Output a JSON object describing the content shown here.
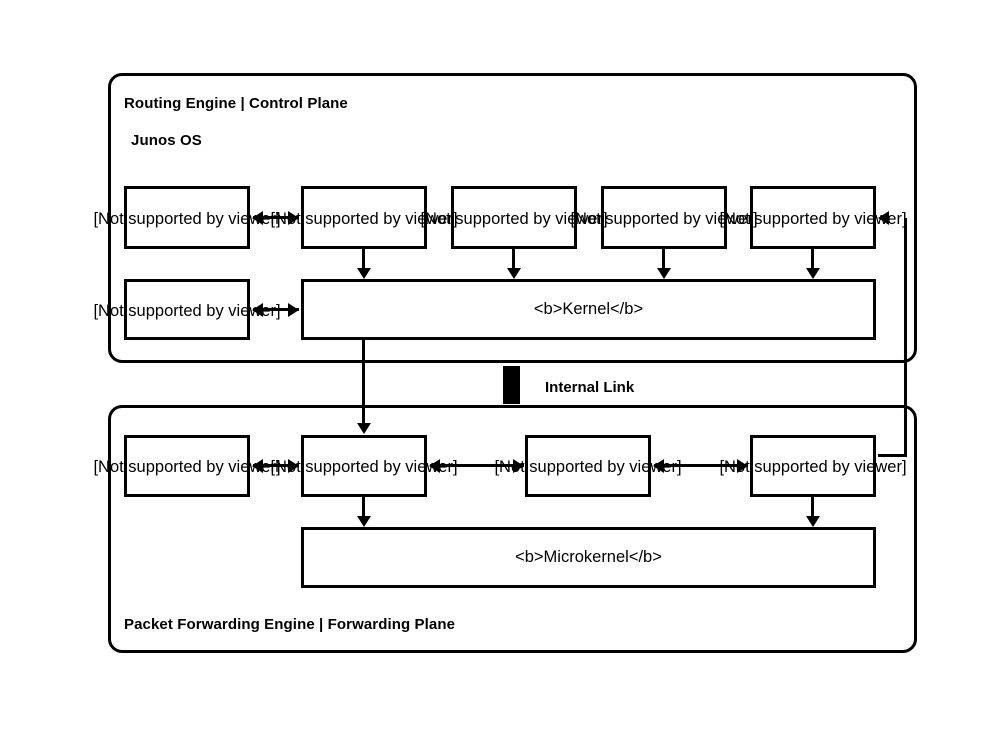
{
  "diagram": {
    "title_routing_engine": "Routing Engine | Control Plane",
    "subtitle_junos": "Junos OS",
    "title_pfe": "Packet Forwarding Engine | Forwarding Plane",
    "internal_link_label": "Internal Link",
    "kernel_label": "<b>Kernel</b>",
    "microkernel_label": "<b>Microkernel</b>",
    "unsupported_text": "[Not supported by viewer]",
    "re_daemon_boxes": [
      {
        "label": "[Not supported by viewer]"
      },
      {
        "label": "[Not supported by viewer]"
      },
      {
        "label": "[Not supported by viewer]"
      },
      {
        "label": "[Not supported by viewer]"
      },
      {
        "label": "[Not supported by viewer]"
      }
    ],
    "re_lower_boxes": [
      {
        "label": "[Not supported by viewer]"
      }
    ],
    "pfe_boxes": [
      {
        "label": "[Not supported by viewer]"
      },
      {
        "label": "[Not supported by viewer]"
      },
      {
        "label": "[Not supported by viewer]"
      },
      {
        "label": "[Not supported by viewer]"
      }
    ],
    "colors": {
      "stroke": "#000000",
      "fill": "#ffffff",
      "text": "#000000"
    }
  }
}
